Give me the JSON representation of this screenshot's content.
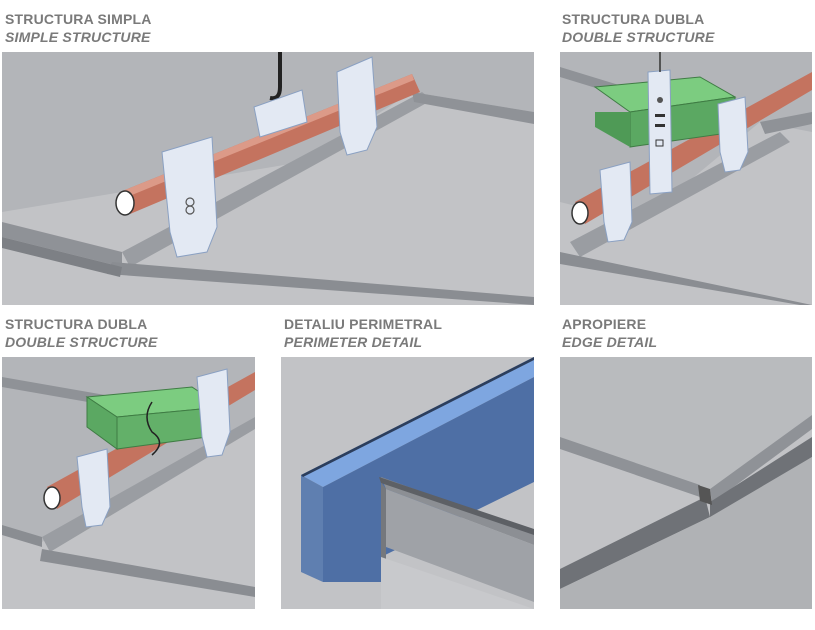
{
  "panels": [
    {
      "id": "simple",
      "title_ro": "STRUCTURA SIMPLA",
      "title_en": "SIMPLE STRUCTURE"
    },
    {
      "id": "double_top",
      "title_ro": "STRUCTURA DUBLA",
      "title_en": "DOUBLE STRUCTURE"
    },
    {
      "id": "double_bottom",
      "title_ro": "STRUCTURA DUBLA",
      "title_en": "DOUBLE STRUCTURE"
    },
    {
      "id": "perimeter",
      "title_ro": "DETALIU PERIMETRAL",
      "title_en": "PERIMETER  DETAIL"
    },
    {
      "id": "edge",
      "title_ro": "APROPIERE",
      "title_en": "EDGE DETAIL"
    }
  ],
  "colors": {
    "caption": "#7a7a7a",
    "ceiling": "#bfc0c3",
    "ceiling_dark": "#a9abaf",
    "rail": "#8e9196",
    "pipe": "#c67a66",
    "clip": "#dfe6f1",
    "green": "#6fbf74",
    "blue": "#6e98d8"
  }
}
